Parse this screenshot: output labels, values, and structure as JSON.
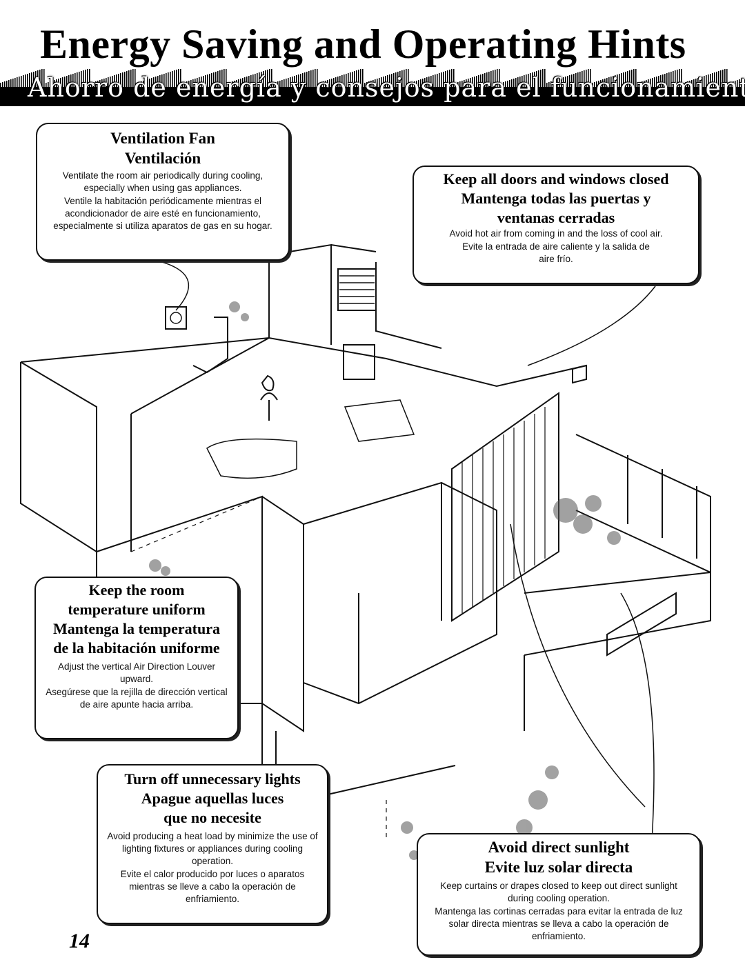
{
  "page": {
    "title": "Energy Saving and Operating Hints",
    "subtitle": "Ahorro de energía y consejos para el funcionamiento",
    "page_number": "14"
  },
  "callouts": {
    "ventilation": {
      "heading": [
        "Ventilation Fan",
        "Ventilación"
      ],
      "en": "Ventilate the room air periodically during cooling, especially when using gas appliances.",
      "es": "Ventile la habitación periódicamente mientras el acondicionador de aire esté en funcionamiento, especialmente si utiliza aparatos de gas en su hogar."
    },
    "doors": {
      "heading": [
        "Keep all doors and windows closed",
        "Mantenga todas las puertas y",
        "ventanas cerradas"
      ],
      "en": "Avoid hot air from coming in and the loss of cool air.",
      "es": "Evite la entrada de aire caliente y la salida de aire frío."
    },
    "temperature": {
      "heading": [
        "Keep the room",
        "temperature uniform",
        "Mantenga la temperatura",
        "de la habitación uniforme"
      ],
      "en": "Adjust the vertical Air Direction Louver upward.",
      "es": "Asegúrese que la rejilla de dirección vertical de aire apunte hacia arriba."
    },
    "lights": {
      "heading": [
        "Turn off unnecessary lights",
        "Apague aquellas luces",
        "que no necesite"
      ],
      "en": "Avoid producing a heat load by minimize the use of lighting fixtures or appliances during cooling operation.",
      "es": "Evite el calor producido por luces o aparatos mientras se lleve a cabo la operación de enfriamiento."
    },
    "sunlight": {
      "heading": [
        "Avoid direct sunlight",
        "Evite luz solar directa"
      ],
      "en": "Keep curtains or drapes closed to keep out direct sunlight during cooling operation.",
      "es": "Mantenga las cortinas cerradas para evitar la entrada de luz solar directa mientras se lleva a cabo la operación de enfriamiento."
    }
  },
  "colors": {
    "ink": "#111111",
    "band": "#000000",
    "paper": "#ffffff"
  },
  "icons": [
    "ventilation-fan-icon",
    "room-illustration"
  ]
}
